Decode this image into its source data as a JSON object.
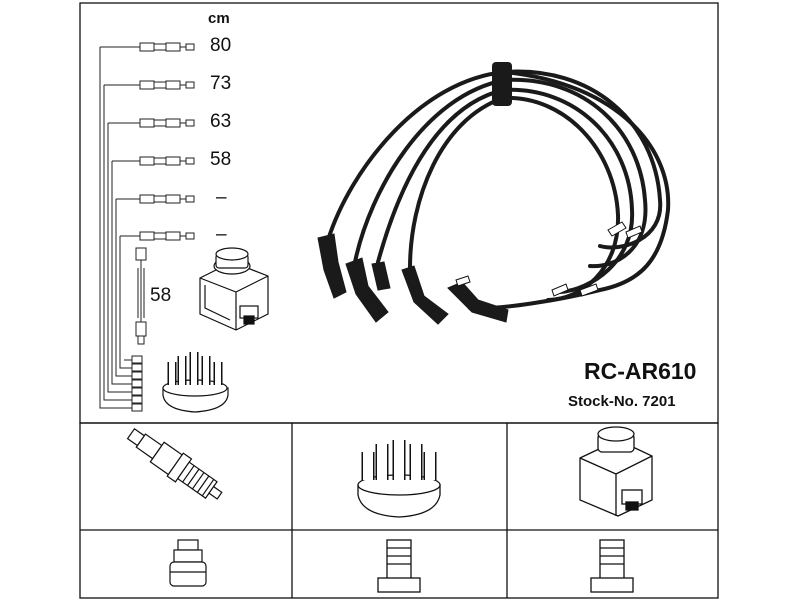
{
  "diagram": {
    "unit_label": "cm",
    "lead_lengths": [
      "80",
      "73",
      "63",
      "58",
      "–",
      "–"
    ],
    "coil_lead_length": "58",
    "part_number": "RC-AR610",
    "stock_number": "Stock-No. 7201"
  },
  "accessories": {
    "items": [
      "spark-plug",
      "distributor-cap",
      "ignition-coil"
    ]
  }
}
